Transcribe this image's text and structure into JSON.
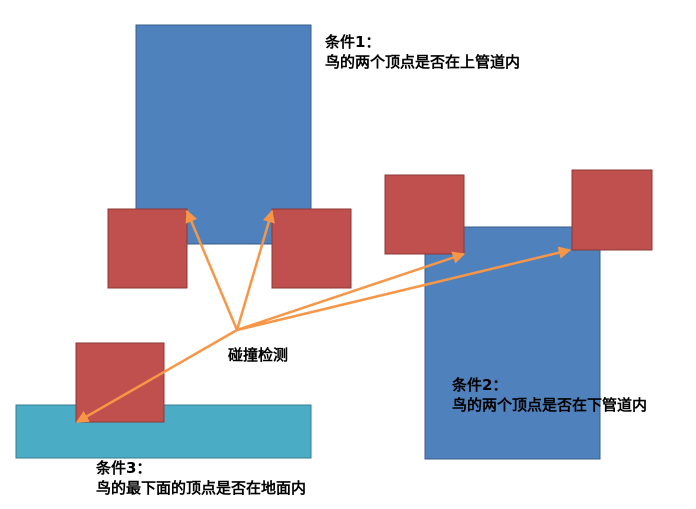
{
  "labels": {
    "condition1": {
      "title": "条件1：",
      "text": "鸟的两个顶点是否在上管道内"
    },
    "condition2": {
      "title": "条件2：",
      "text": "鸟的两个顶点是否在下管道内"
    },
    "condition3": {
      "title": "条件3：",
      "text": "鸟的最下面的顶点是否在地面内"
    },
    "collision_detection": "碰撞检测"
  },
  "colors": {
    "pipe": "#4F81BD",
    "pipe_stroke": "#385D8A",
    "bird": "#C0504D",
    "bird_stroke": "#8C3836",
    "ground": "#4BACC6",
    "ground_stroke": "#357D91",
    "arrow": "#F79646"
  }
}
